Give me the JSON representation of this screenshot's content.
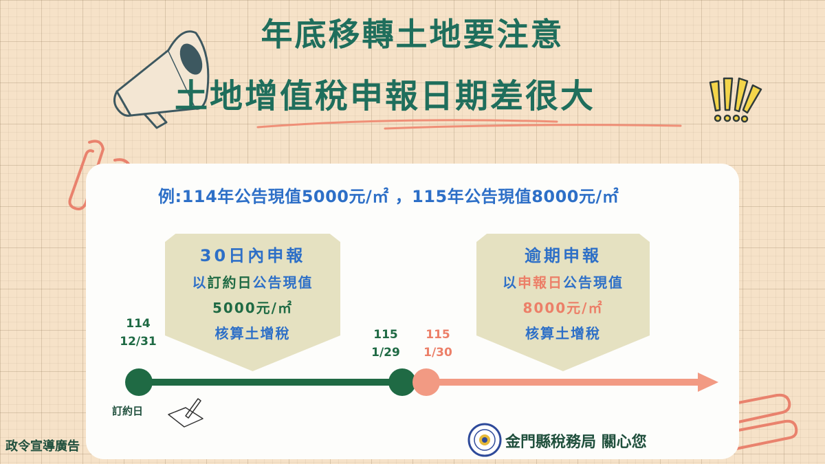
{
  "title_line1": "年底移轉土地要注意",
  "title_line2": "土地增值稅申報日期差很大",
  "example_text": "例:114年公告現值5000元/㎡ ，115年公告現值8000元/㎡",
  "left_bubble": {
    "heading": "30日內申報",
    "line2_prefix": "以",
    "line2_highlight": "訂約日",
    "line2_suffix": "公告現值",
    "amount": "5000元/㎡",
    "footer": "核算土增稅"
  },
  "right_bubble": {
    "heading": "逾期申報",
    "line2_prefix": "以",
    "line2_highlight": "申報日",
    "line2_suffix": "公告現值",
    "amount": "8000元/㎡",
    "footer": "核算土增稅"
  },
  "dates": {
    "start": {
      "year": "114",
      "day": "12/31"
    },
    "deadline": {
      "year": "115",
      "day": "1/29"
    },
    "late": {
      "year": "115",
      "day": "1/30"
    }
  },
  "sign_label": "訂約日",
  "footer_left": "政令宣導廣告",
  "footer_right": "金門縣稅務局 關心您",
  "colors": {
    "title": "#1f6e5c",
    "green_line": "#1f6a44",
    "salmon_line": "#f29a83",
    "blue_text": "#2d6fc7",
    "bubble": "#e5e1c1"
  }
}
